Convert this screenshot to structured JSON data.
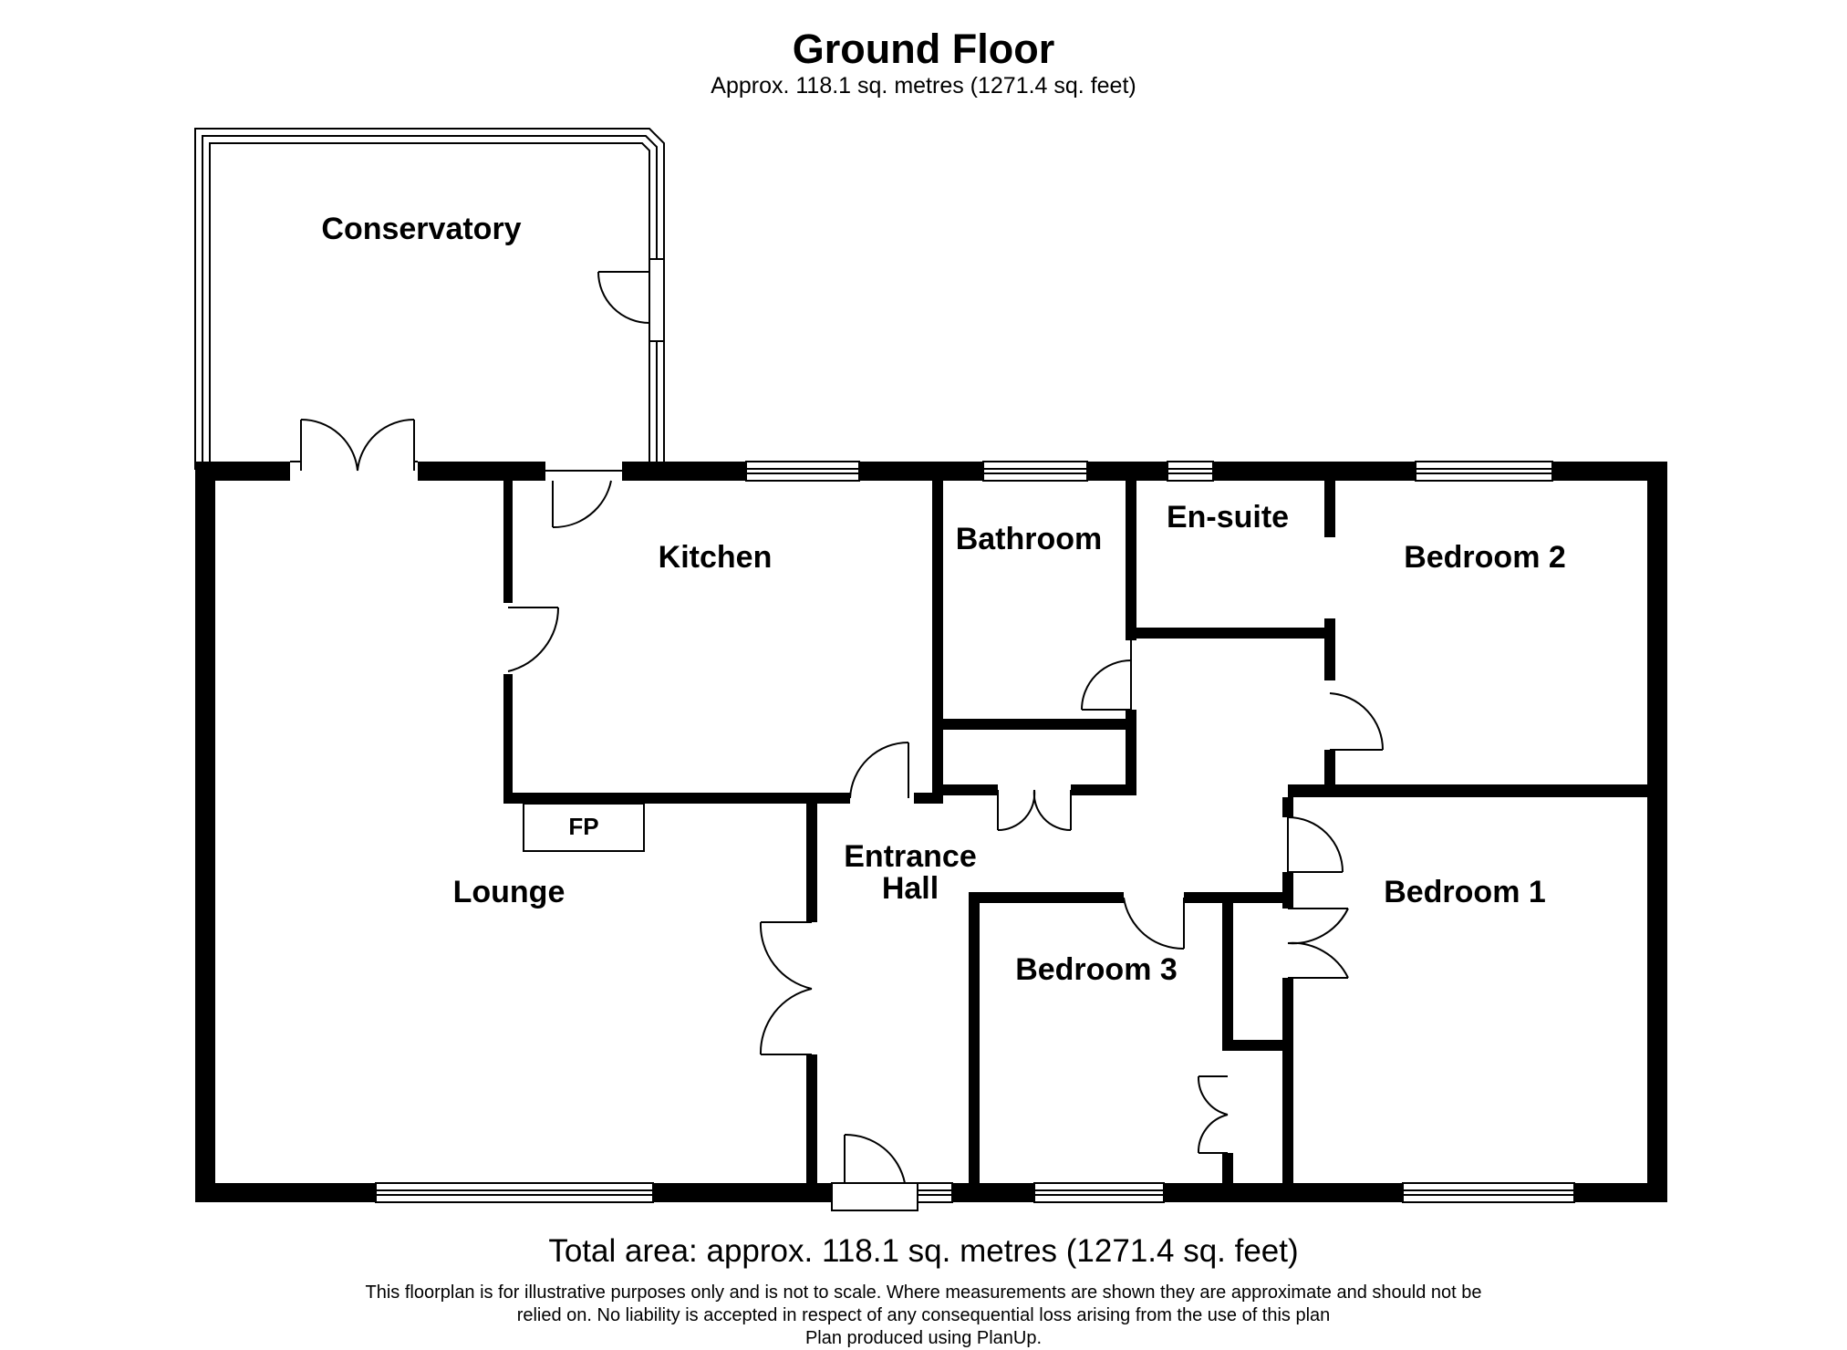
{
  "header": {
    "title": "Ground Floor",
    "subtitle": "Approx. 118.1 sq. metres (1271.4 sq. feet)"
  },
  "rooms": {
    "conservatory": "Conservatory",
    "kitchen": "Kitchen",
    "bathroom": "Bathroom",
    "ensuite": "En-suite",
    "bedroom2": "Bedroom 2",
    "lounge": "Lounge",
    "fireplace": "FP",
    "entrance_hall_line1": "Entrance",
    "entrance_hall_line2": "Hall",
    "bedroom3": "Bedroom 3",
    "bedroom1": "Bedroom 1"
  },
  "footer": {
    "total_area": "Total area: approx. 118.1 sq. metres (1271.4 sq. feet)",
    "disclaimer_line1": "This floorplan is for illustrative purposes only and is not to scale. Where measurements are shown they are approximate and should not be",
    "disclaimer_line2": "relied on. No liability is accepted in respect of any consequential loss arising from the use of this plan",
    "credit": "Plan produced using PlanUp."
  }
}
